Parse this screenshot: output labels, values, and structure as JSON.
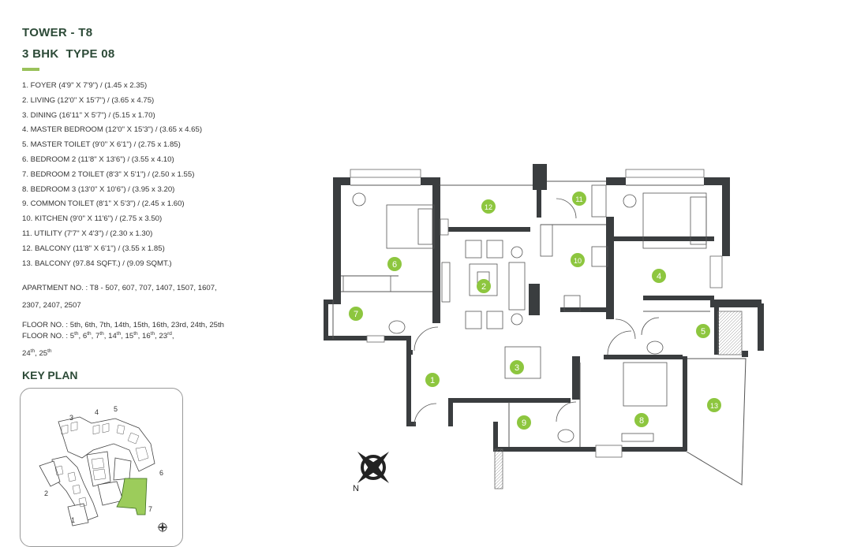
{
  "header": {
    "tower": "TOWER - T8",
    "type": "3 BHK  TYPE 08"
  },
  "rooms": [
    "1. FOYER (4'9\" X 7'9\") / (1.45 x 2.35)",
    "2. LIVING (12'0\" X 15'7\") / (3.65 x 4.75)",
    "3. DINING (16'11\" X 5'7\") / (5.15 x 1.70)",
    "4. MASTER BEDROOM (12'0\" X 15'3\") / (3.65 x 4.65)",
    "5. MASTER TOILET (9'0\" X 6'1\") / (2.75 x 1.85)",
    "6. BEDROOM 2 (11'8\" X 13'6\") / (3.55 x 4.10)",
    "7. BEDROOM 2 TOILET (8'3\" X 5'1\") / (2.50 x 1.55)",
    "8. BEDROOM 3 (13'0\" X 10'6\") / (3.95 x 3.20)",
    "9. COMMON TOILET (8'1\" X 5'3\") / (2.45 x 1.60)",
    "10. KITCHEN (9'0\" X 11'6\") / (2.75 x 3.50)",
    "11. UTILITY (7'7\" X 4'3\") / (2.30 x 1.30)",
    "12. BALCONY (11'8\" X 6'1\") / (3.55 x 1.85)",
    "13. BALCONY (97.84 SQFT.) / (9.09 SQMT.)"
  ],
  "apartment": {
    "line1": "APARTMENT NO. : T8 - 507, 607, 707, 1407, 1507, 1607,",
    "line2": "2307, 2407, 2507"
  },
  "floors": {
    "line1": "FLOOR NO. : 5th, 6th, 7th, 14th, 15th, 16th, 23rd, 24th, 25th",
    "line2_prefix": "FLOOR NO. : ",
    "line2_items": [
      [
        "5",
        "th"
      ],
      [
        "6",
        "th"
      ],
      [
        "7",
        "th"
      ],
      [
        "14",
        "th"
      ],
      [
        "15",
        "th"
      ],
      [
        "16",
        "th"
      ],
      [
        "23",
        "rd"
      ]
    ],
    "line3_items": [
      [
        "24",
        "th"
      ],
      [
        "25",
        "th"
      ]
    ]
  },
  "keyplan": {
    "title": "KEY PLAN",
    "tower_labels": [
      "1",
      "2",
      "3",
      "4",
      "5",
      "6",
      "7"
    ],
    "highlight": "7"
  },
  "plan_markers": [
    "1",
    "2",
    "3",
    "4",
    "5",
    "6",
    "7",
    "8",
    "9",
    "10",
    "11",
    "12",
    "13"
  ],
  "compass": {
    "north": "N"
  },
  "colors": {
    "heading": "#2c4a37",
    "accent": "#9ac25b",
    "marker": "#8dc63f",
    "wall": "#3a3d3f",
    "highlight": "#9ccc5b"
  }
}
